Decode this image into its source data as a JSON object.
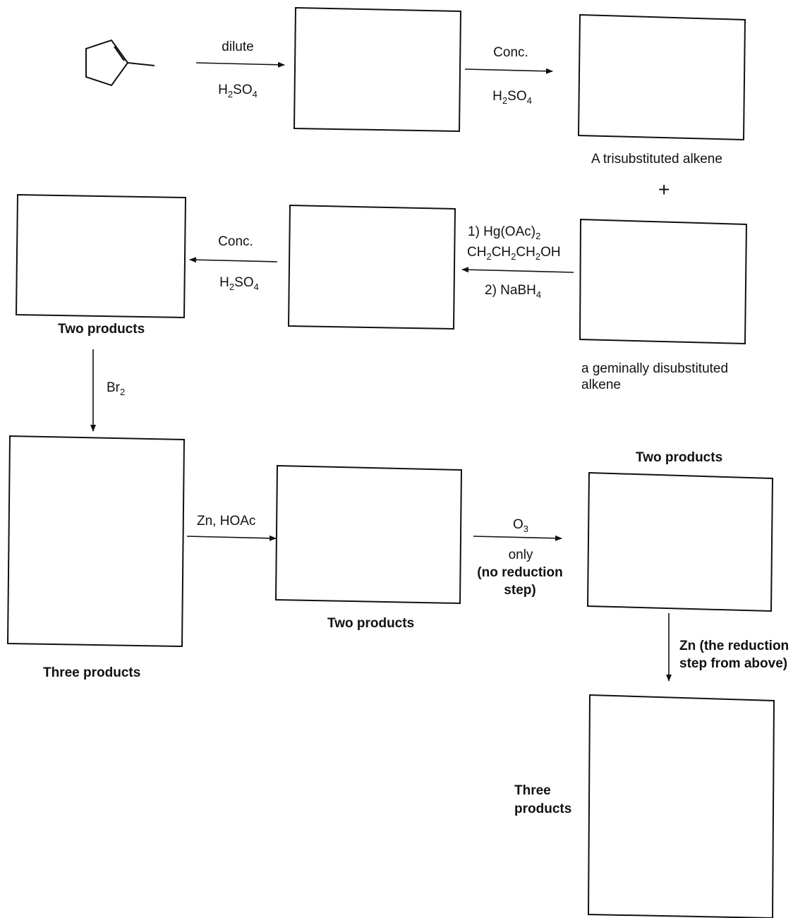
{
  "reagents": {
    "step1": {
      "line1": "dilute",
      "formula": [
        "H",
        "2",
        "SO",
        "4"
      ]
    },
    "step2": {
      "line1": "Conc.",
      "formula": [
        "H",
        "2",
        "SO",
        "4"
      ]
    },
    "step3": {
      "line1": "1) Hg(OAc)",
      "line1_sub": "2",
      "line2": [
        "CH",
        "2",
        "CH",
        "2",
        "CH",
        "2",
        "OH"
      ],
      "line3": "2) NaBH",
      "line3_sub": "4"
    },
    "step4": {
      "line1": "Conc.",
      "formula": [
        "H",
        "2",
        "SO",
        "4"
      ]
    },
    "step5": {
      "line1": "Br",
      "line1_sub": "2"
    },
    "step6": {
      "line1": "Zn, HOAc"
    },
    "step7": {
      "line1": "O",
      "line1_sub": "3",
      "line2": "only",
      "line3": "(no reduction",
      "line4": "step)"
    },
    "step8": {
      "line1": "Zn (the reduction",
      "line2": "step from above)"
    }
  },
  "labels": {
    "trisubstituted": "A trisubstituted alkene",
    "plus": "+",
    "geminal_line1": "a geminally disubstituted",
    "geminal_line2": "alkene",
    "box_left_mid": "Two products",
    "box_bottom_left": "Three products",
    "box_bottom_mid": "Two products",
    "box_bottom_right_top": "Two products",
    "box_final_line1": "Three",
    "box_final_line2": "products"
  },
  "colors": {
    "ink": "#111111",
    "background": "#ffffff"
  }
}
